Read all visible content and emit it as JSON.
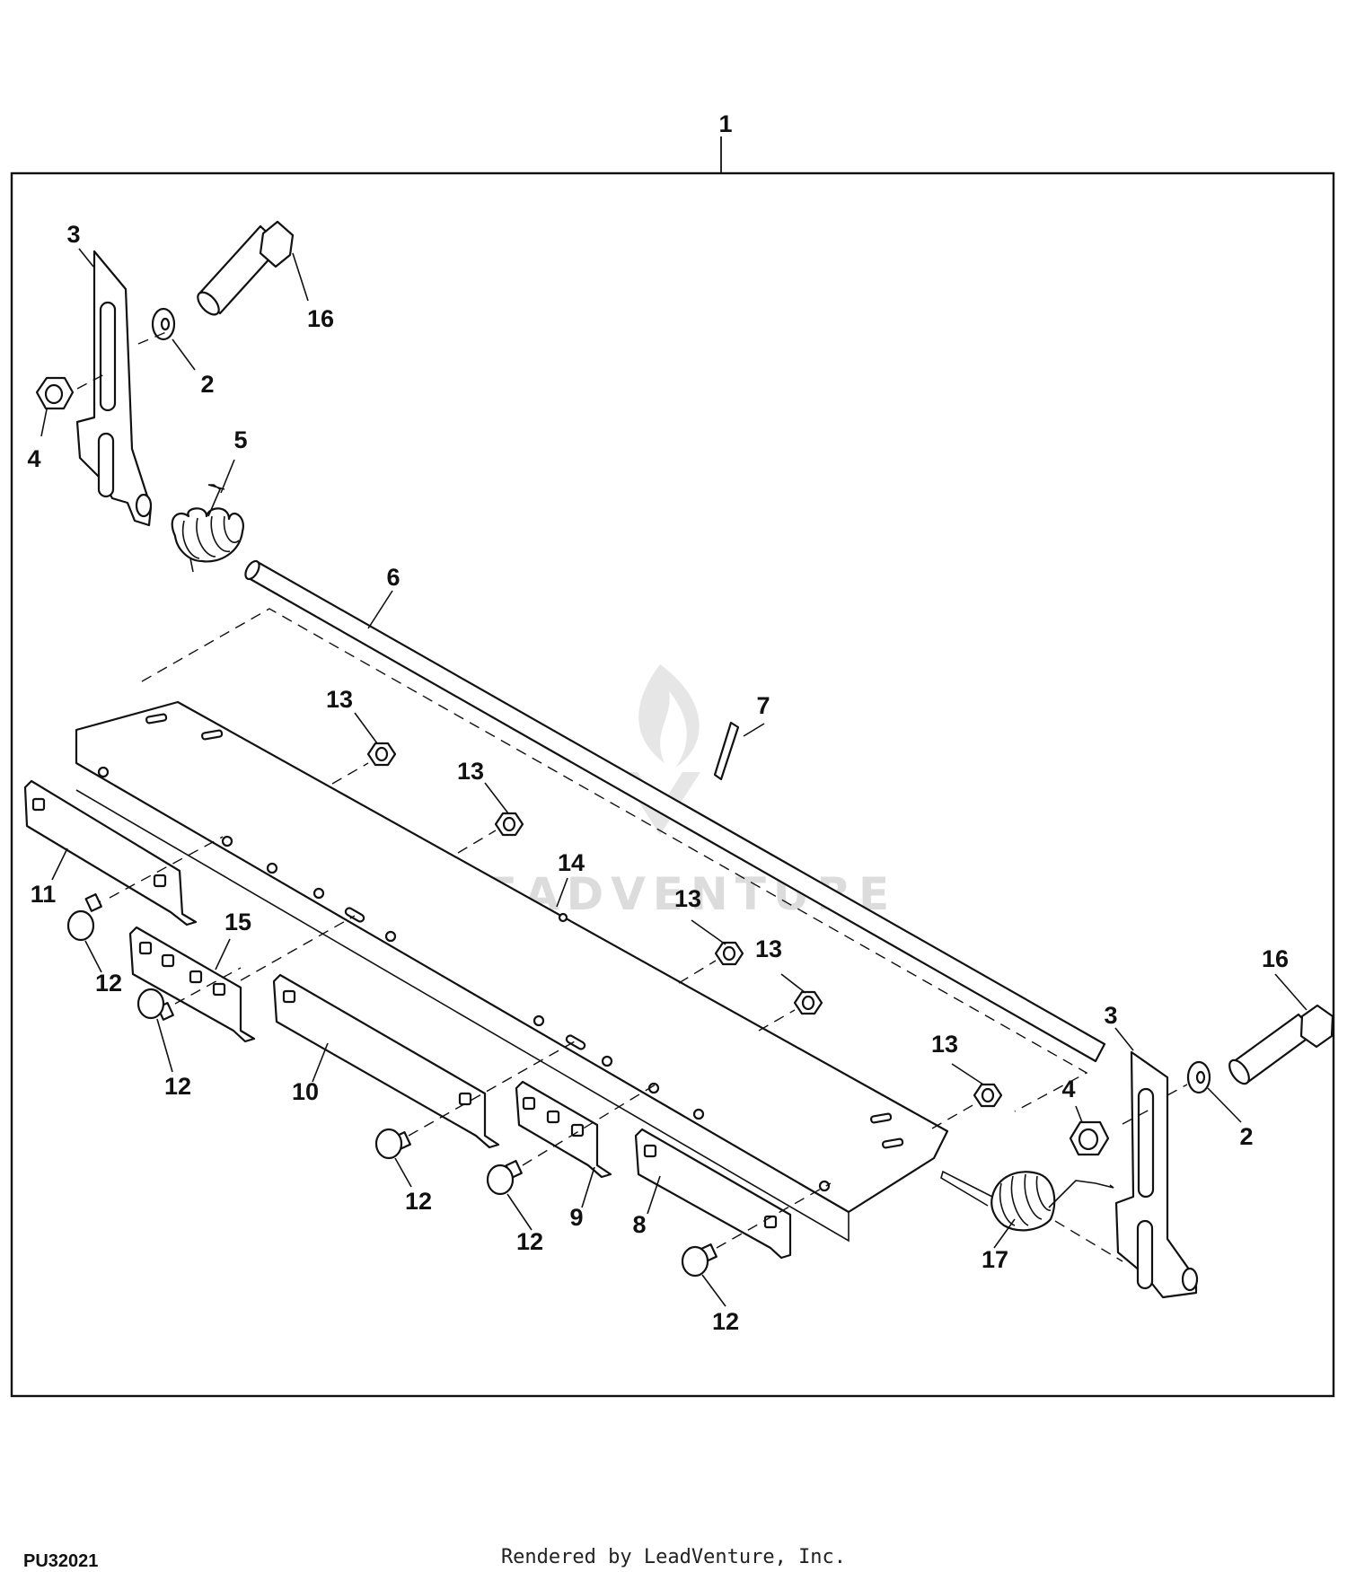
{
  "figure_id": "PU32021",
  "render_credit": "Rendered by LeadVenture, Inc.",
  "watermark": {
    "text": "LEADVENTURE",
    "icon": "flame-logo-icon"
  },
  "callouts": {
    "c1": "1",
    "c3a": "3",
    "c3b": "3",
    "c16a": "16",
    "c16b": "16",
    "c2a": "2",
    "c2b": "2",
    "c4a": "4",
    "c4b": "4",
    "c5": "5",
    "c6": "6",
    "c7": "7",
    "c13a": "13",
    "c13b": "13",
    "c13c": "13",
    "c13d": "13",
    "c13e": "13",
    "c14": "14",
    "c11": "11",
    "c15": "15",
    "c10": "10",
    "c9": "9",
    "c8": "8",
    "c17": "17",
    "c12a": "12",
    "c12b": "12",
    "c12c": "12",
    "c12d": "12",
    "c12e": "12"
  }
}
